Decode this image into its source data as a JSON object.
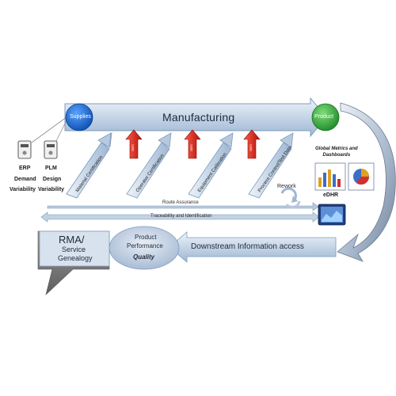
{
  "manufacturing": {
    "title": "Manufacturing",
    "supplier_label": "Supplies",
    "product_label": "Product"
  },
  "left_icons": {
    "erp_label": "ERP",
    "plm_label": "PLM",
    "erp_caption_1": "Demand",
    "erp_caption_2": "Variability",
    "plm_caption_1": "Design",
    "plm_caption_2": "Variability"
  },
  "diagonal_arrows": [
    {
      "label": "Material Certification"
    },
    {
      "label": "Operator Certification"
    },
    {
      "label": "Equipment Calibration"
    },
    {
      "label": "Process Control/Test Data"
    }
  ],
  "red_arrows": [
    {
      "label": "MES"
    },
    {
      "label": "MES"
    },
    {
      "label": "MES"
    }
  ],
  "bars": {
    "route": "Route Assurance",
    "trace": "Traceability and Identification"
  },
  "rework": "Rework",
  "right_panel": {
    "global_metrics_1": "Global Metrics  and",
    "global_metrics_2": "Dashboards",
    "edhr": "eDHR"
  },
  "rma": {
    "title_1": "RMA/",
    "subtitle_1": "Service",
    "subtitle_2": "Genealogy"
  },
  "product_performance": {
    "line_1": "Product",
    "line_2": "Performance",
    "line_3": "Quality"
  },
  "downstream": "Downstream Information access",
  "colors": {
    "arrow_fill": "#c9d8e8",
    "arrow_stroke": "#7f9cc0",
    "supplier_blue": "#1e6fd9",
    "product_green": "#2eab3c",
    "red_arrow": "#d9261c",
    "panel_grey": "#7a7a7a"
  }
}
